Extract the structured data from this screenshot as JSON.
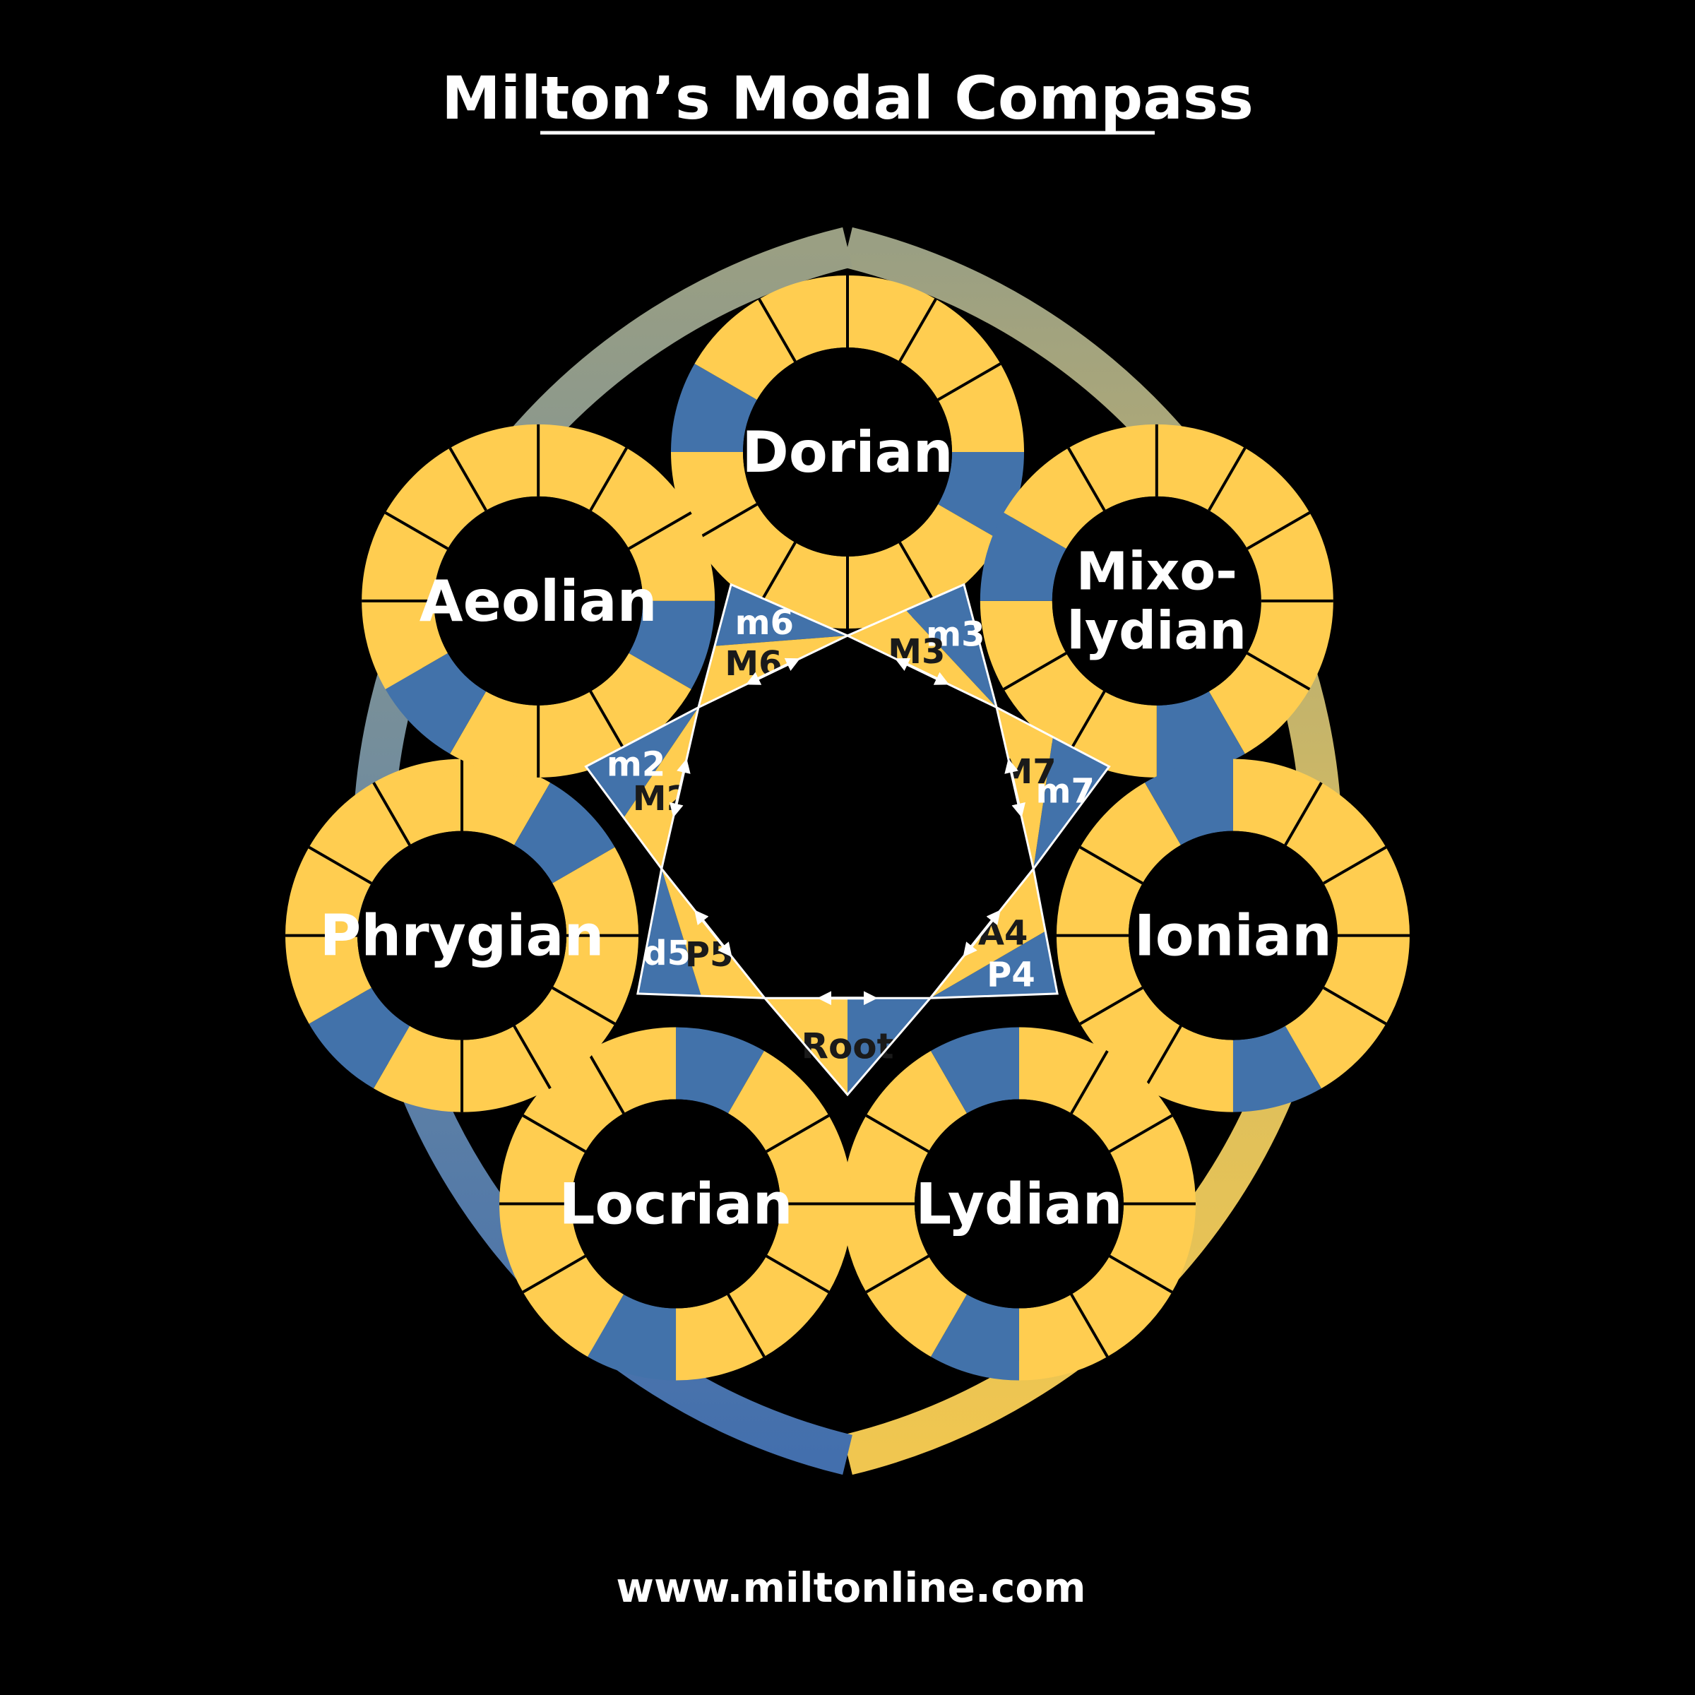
{
  "title": "Milton’s Modal Compass",
  "footer": "www.miltonline.com",
  "colors": {
    "background": "#000000",
    "gold": "#ffcd50",
    "blue": "#4272aa",
    "ring_gold": "#e6c15c",
    "ring_blue": "#4a74ac",
    "ring_gray": "#8f9b8a",
    "text": "#ffffff",
    "triangle_text": "#1a1a1a"
  },
  "modes": [
    {
      "name": "Dorian",
      "lines": [
        "Dorian"
      ],
      "blue_segments": [
        3,
        9
      ]
    },
    {
      "name": "Mixolydian",
      "lines": [
        "Mixo-",
        "lydian"
      ],
      "blue_segments": [
        5,
        9
      ]
    },
    {
      "name": "Ionian",
      "lines": [
        "Ionian"
      ],
      "blue_segments": [
        5,
        11
      ]
    },
    {
      "name": "Lydian",
      "lines": [
        "Lydian"
      ],
      "blue_segments": [
        6,
        11
      ]
    },
    {
      "name": "Locrian",
      "lines": [
        "Locrian"
      ],
      "blue_segments": [
        0,
        6
      ]
    },
    {
      "name": "Phrygian",
      "lines": [
        "Phrygian"
      ],
      "blue_segments": [
        1,
        7
      ]
    },
    {
      "name": "Aeolian",
      "lines": [
        "Aeolian"
      ],
      "blue_segments": [
        3,
        7
      ]
    }
  ],
  "interval_pairs": [
    {
      "gold": "Root",
      "blue": "Root",
      "combined": true
    },
    {
      "gold": "A4",
      "blue": "P4"
    },
    {
      "gold": "M7",
      "blue": "m7"
    },
    {
      "gold": "M3",
      "blue": "m3"
    },
    {
      "gold": "M6",
      "blue": "m6"
    },
    {
      "gold": "M2",
      "blue": "m2"
    },
    {
      "gold": "P5",
      "blue": "d5"
    }
  ]
}
